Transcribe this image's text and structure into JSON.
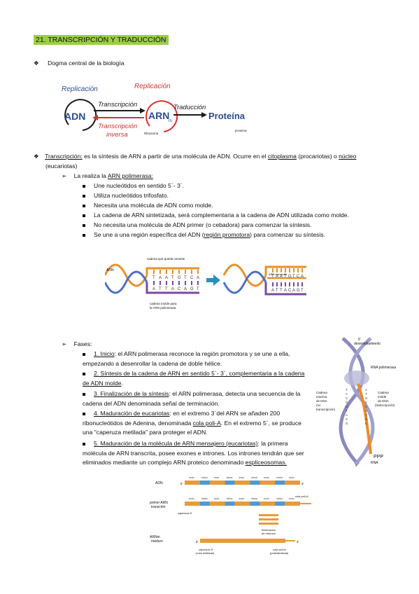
{
  "title": "21. TRANSCRIPCIÓN Y TRADUCCIÓN",
  "dogma": {
    "heading": "Dogma central de la biología",
    "diagram": {
      "replicacion_left": "Replicación",
      "replicacion_right": "Replicación",
      "adn": "ADN",
      "arn": "ARN",
      "arn_sub": "m",
      "proteina": "Proteína",
      "transcripcion": "Transcripción",
      "transcripcion_inversa_1": "Transcripción",
      "transcripcion_inversa_2": "inversa",
      "traduccion": "Traducción",
      "ribosoma_label": "Ribosoma",
      "proteina_small": "proteína",
      "colors": {
        "red": "#d9312b",
        "blue": "#2b4d8f",
        "dark": "#1a1a1a"
      }
    }
  },
  "transcripcion": {
    "term": "Transcripción:",
    "text_a": " es la síntesis de ARN a partir de una molécula de ADN. Ocurre en el ",
    "citoplasma": "citoplasma",
    "text_b": " (procariotas) o ",
    "nucleo": "núcleo",
    "text_c": "(eucariotas)",
    "realiza_prefix": "La realiza la ",
    "realiza_enzyme": "ARN polimerasa:",
    "items": [
      "Une nucleótidos en sentido 5´- 3´.",
      "Utiliza nucleótidos trifosfato.",
      "Necesita una molécula de ADN como molde.",
      "La cadena de ARN sintetizada, será complementaria a la cadena de ADN utilizada como molde.",
      "No necesita una molécula de ADN primer (o cebadora) para comenzar la síntesis."
    ],
    "last_item_a": "Se une a una región específica del ADN (",
    "last_item_link": "región promotora",
    "last_item_b": ") para comenzar su síntesis."
  },
  "figure_dna": {
    "label_adn": "ADN",
    "label_top": "cadena que queda cesante",
    "label_bottom_1": "cadena molde para",
    "label_bottom_2": "la ARN polimerasa",
    "label_transcrito": "ARN transcrito",
    "bases_top": [
      "T",
      "A",
      "A",
      "T",
      "G",
      "T",
      "C",
      "A"
    ],
    "bases_bottom": [
      "A",
      "T",
      "T",
      "A",
      "C",
      "A",
      "G",
      "T"
    ],
    "colors": {
      "orange": "#e8902a",
      "blue": "#4a6fc4",
      "purple": "#7a4aa0",
      "arrow": "#2a8fc0"
    }
  },
  "fases": {
    "heading": "Fases:",
    "items": [
      {
        "label": "1. Inicio",
        "rest": ": el ARN polimerasa reconoce la región promotora y se une a ella, empezando a desenrollar la cadena de doble hélice."
      },
      {
        "label": "2. Síntesis de la cadena de ARN en sentido 5´- 3´, complementaria a la cadena de ADN molde",
        "rest": "."
      },
      {
        "label": "3. Finalización de la síntesis",
        "rest": ": el ARN polimerasa, detecta una secuencia de la cadena del ADN denominada señal de terminación."
      },
      {
        "label": "4. Maduración de eucariotas",
        "rest": ": en el extremo 3´del ARN se añaden 200 ribonucleótidos de Adenina, denominada ",
        "link": "cola poli-A",
        "rest2": ". En el extremo 5´, se produce una \"caperuza metilada\" para proteger el ADN."
      },
      {
        "label": "5. Maduración de la molécula de ARN mensajero (eucariotas)",
        "rest": ": la primera molécula de ARN transcrita, posee exones e intrones. Los intrones tendrán que ser eliminados mediante un complejo ARN proteico denominado ",
        "link": "espliceosomas."
      }
    ]
  },
  "helix_figure": {
    "desenrollamiento": "desenrollamiento",
    "rna_polimerasa": "RNA polimerasa",
    "cadena_inactiva_1": "Cadena",
    "cadena_inactiva_2": "inactiva",
    "cadena_inactiva_3": "de DNA",
    "cadena_inactiva_4": "(no",
    "cadena_inactiva_5": "transcripción)",
    "cadena_molde_1": "Cadena",
    "cadena_molde_2": "molde",
    "cadena_molde_3": "de DNA",
    "cadena_molde_4": "(transcripción)",
    "ppp": "PPP",
    "rna": "RNA",
    "top_label": "5'",
    "bottom_label": "5'",
    "bases_left": [
      "T",
      "A",
      "C",
      "G",
      "G",
      "T",
      "A",
      "C",
      "G"
    ],
    "bases_right": [
      "A",
      "T",
      "G",
      "C",
      "C",
      "A",
      "T",
      "G",
      "C"
    ]
  },
  "splice_figure": {
    "adn": "ADN",
    "primer_1": "primer ARN",
    "primer_2": "transcrito",
    "arnm_1": "ARNm",
    "arnm_2": "maduro",
    "five": "5'",
    "three": "3'",
    "exon": "exón",
    "intron": "intrón",
    "caperuza": "caperuza 5'",
    "cola": "cola poli-A",
    "eliminacion_1": "eliminación",
    "eliminacion_2": "de intrones",
    "bottom_left_1": "caperuza 5'",
    "bottom_left_2": "(cola metilada)",
    "bottom_right_1": "cola poli-A",
    "bottom_right_2": "(poliadenilada)",
    "colors": {
      "exon": "#e89a3a",
      "intron": "#4e9ad2",
      "mrna": "#f0b050"
    }
  }
}
